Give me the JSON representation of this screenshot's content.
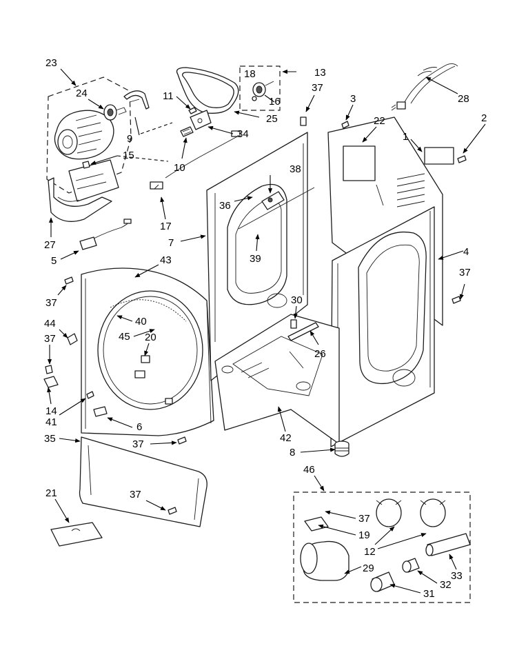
{
  "callouts": [
    {
      "id": "c23",
      "text": "23"
    },
    {
      "id": "c24",
      "text": "24"
    },
    {
      "id": "c11",
      "text": "11"
    },
    {
      "id": "c18",
      "text": "18"
    },
    {
      "id": "c13",
      "text": "13"
    },
    {
      "id": "c37a",
      "text": "37"
    },
    {
      "id": "c16",
      "text": "16"
    },
    {
      "id": "c25",
      "text": "25"
    },
    {
      "id": "c3",
      "text": "3"
    },
    {
      "id": "c28",
      "text": "28"
    },
    {
      "id": "c2",
      "text": "2"
    },
    {
      "id": "c22",
      "text": "22"
    },
    {
      "id": "c1",
      "text": "1"
    },
    {
      "id": "c9",
      "text": "9"
    },
    {
      "id": "c34",
      "text": "34"
    },
    {
      "id": "c15",
      "text": "15"
    },
    {
      "id": "c10",
      "text": "10"
    },
    {
      "id": "c38",
      "text": "38"
    },
    {
      "id": "c36",
      "text": "36"
    },
    {
      "id": "c17",
      "text": "17"
    },
    {
      "id": "c27",
      "text": "27"
    },
    {
      "id": "c7",
      "text": "7"
    },
    {
      "id": "c39",
      "text": "39"
    },
    {
      "id": "c4",
      "text": "4"
    },
    {
      "id": "c5",
      "text": "5"
    },
    {
      "id": "c43",
      "text": "43"
    },
    {
      "id": "c37b",
      "text": "37"
    },
    {
      "id": "c37c",
      "text": "37"
    },
    {
      "id": "c30",
      "text": "30"
    },
    {
      "id": "c40",
      "text": "40"
    },
    {
      "id": "c44",
      "text": "44"
    },
    {
      "id": "c45",
      "text": "45"
    },
    {
      "id": "c20",
      "text": "20"
    },
    {
      "id": "c37d",
      "text": "37"
    },
    {
      "id": "c26",
      "text": "26"
    },
    {
      "id": "c14",
      "text": "14"
    },
    {
      "id": "c41",
      "text": "41"
    },
    {
      "id": "c6",
      "text": "6"
    },
    {
      "id": "c42",
      "text": "42"
    },
    {
      "id": "c35",
      "text": "35"
    },
    {
      "id": "c37e",
      "text": "37"
    },
    {
      "id": "c8",
      "text": "8"
    },
    {
      "id": "c46",
      "text": "46"
    },
    {
      "id": "c21",
      "text": "21"
    },
    {
      "id": "c37f",
      "text": "37"
    },
    {
      "id": "c37g",
      "text": "37"
    },
    {
      "id": "c19",
      "text": "19"
    },
    {
      "id": "c12",
      "text": "12"
    },
    {
      "id": "c33",
      "text": "33"
    },
    {
      "id": "c29",
      "text": "29"
    },
    {
      "id": "c32",
      "text": "32"
    },
    {
      "id": "c31",
      "text": "31"
    }
  ]
}
